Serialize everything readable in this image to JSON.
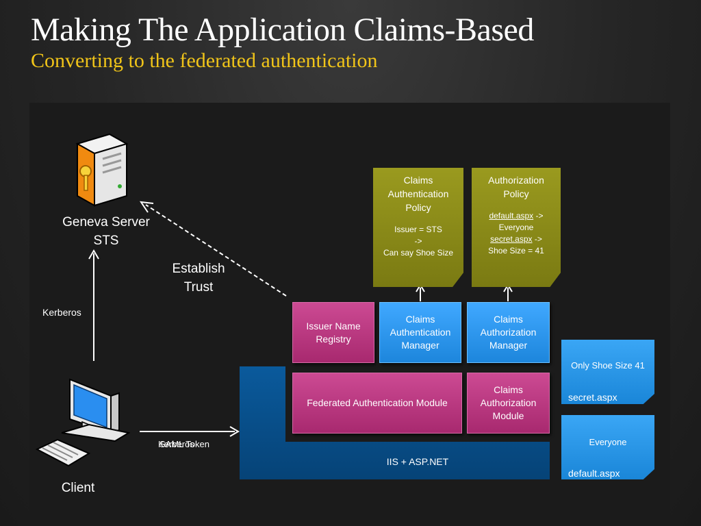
{
  "header": {
    "title": "Making The Application Claims-Based",
    "subtitle": "Converting to the federated authentication"
  },
  "diagram": {
    "server_label_line1": "Geneva Server",
    "server_label_line2": "STS",
    "client_label": "Client",
    "trust_label_line1": "Establish",
    "trust_label_line2": "Trust",
    "kerberos_label": "Kerberos",
    "token_label_a": "SAML Token",
    "token_label_b": "Kerberos",
    "issuer_registry": {
      "line1": "Issuer Name",
      "line2": "Registry"
    },
    "claims_auth_manager": {
      "line1": "Claims",
      "line2": "Authentication",
      "line3": "Manager"
    },
    "claims_authz_manager": {
      "line1": "Claims",
      "line2": "Authorization",
      "line3": "Manager"
    },
    "fed_auth_module": "Federated Authentication Module",
    "claims_authz_module": {
      "line1": "Claims",
      "line2": "Authorization",
      "line3": "Module"
    },
    "iis_label": "IIS + ASP.NET",
    "auth_policy": {
      "line1": "Claims",
      "line2": "Authentication",
      "line3": "Policy",
      "rule1": "Issuer = STS",
      "rule2": "->",
      "rule3": "Can say Shoe Size"
    },
    "authz_policy": {
      "line1": "Authorization",
      "line2": "Policy",
      "page1": "default.aspx",
      "arrow1": "->",
      "who1": "Everyone",
      "page2": "secret.aspx",
      "arrow2": "->",
      "who2": "Shoe Size = 41"
    },
    "secret_card": {
      "rule": "Only Shoe Size 41",
      "page": "secret.aspx"
    },
    "default_card": {
      "rule": "Everyone",
      "page": "default.aspx"
    }
  },
  "colors": {
    "title": "#ffffff",
    "subtitle": "#f0c419",
    "magenta": "#b8337f",
    "blue": "#2b95ea",
    "olive": "#8a8a18",
    "iis": "#0a5a9c"
  }
}
